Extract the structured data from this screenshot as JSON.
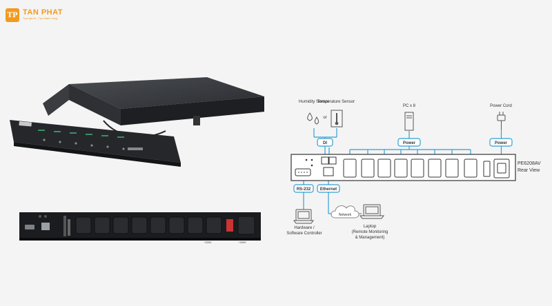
{
  "brand": {
    "name": "TAN PHAT",
    "tagline": "Trao giá trị - Tạo thành công",
    "mark": "TP",
    "accent": "#f29a1f"
  },
  "product_photo": {
    "connector_label_left": "~220V",
    "connector_label_right": "~240V"
  },
  "diagram": {
    "humidity_sensor": "Humidity Sensor",
    "or": "or",
    "temperature_sensor": "Temperature Sensor",
    "pc": "PC x 8",
    "power_cord": "Power Cord",
    "di": "DI",
    "power_1": "Power",
    "power_2": "Power",
    "model": "PE6208AV",
    "view": "Rear View",
    "rs232": "RS-232",
    "ethernet": "Ethernet",
    "network": "Network",
    "hardware_line1": "Hardware /",
    "hardware_line2": "Software Controller",
    "laptop_line1": "Laptop",
    "laptop_line2": "(Remote Monitoring",
    "laptop_line3": "& Management)",
    "accent_color": "#2f9fd8"
  }
}
